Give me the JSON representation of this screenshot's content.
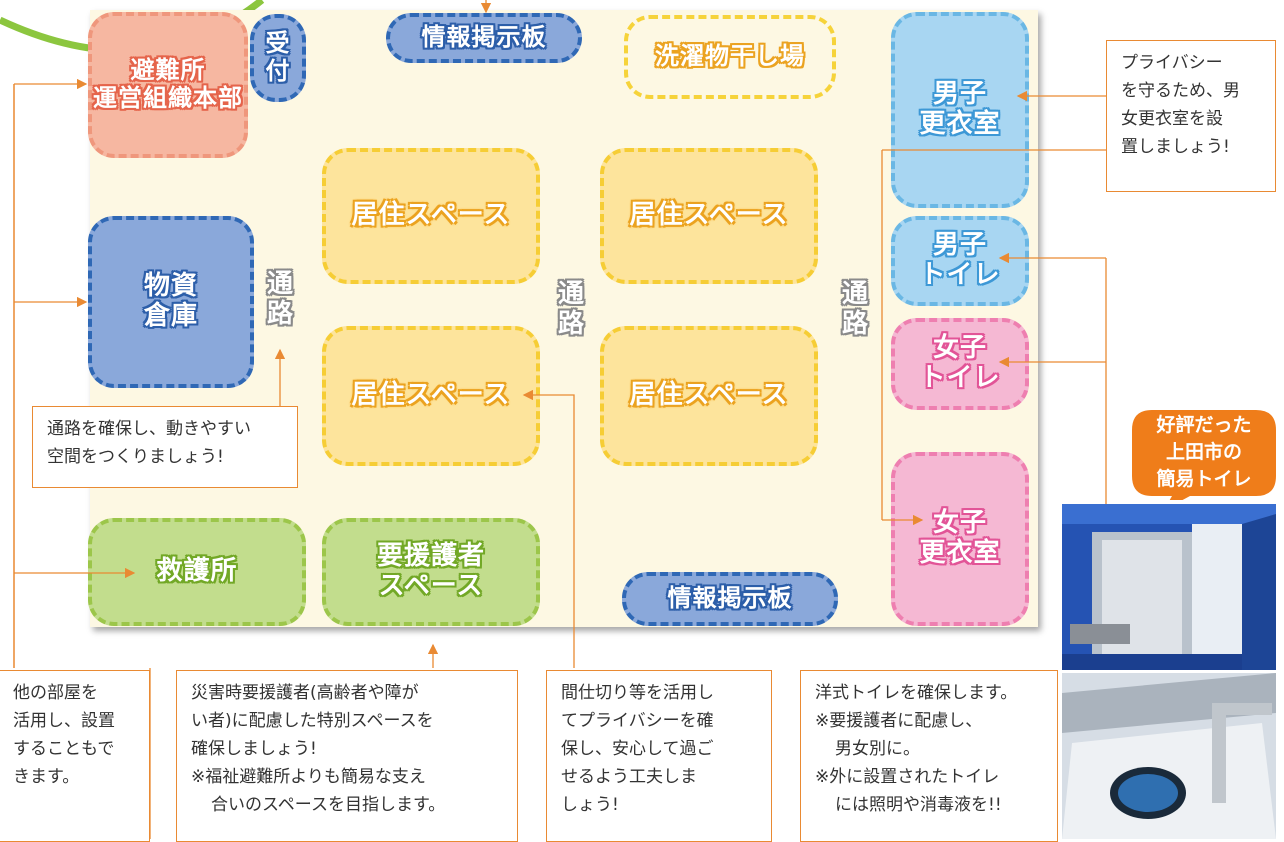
{
  "zones": {
    "hinanjo_honbu": "避難所\n運営組織本部",
    "uketsuke": "受\n付",
    "joho_top": "情報掲示板",
    "sentaku": "洗濯物干し場",
    "danshi_koui": "男子\n更衣室",
    "busshi": "物資\n倉庫",
    "kyoju_1": "居住スペース",
    "kyoju_2": "居住スペース",
    "kyoju_3": "居住スペース",
    "kyoju_4": "居住スペース",
    "danshi_toilet": "男子\nトイレ",
    "joshi_toilet": "女子\nトイレ",
    "joshi_koui": "女子\n更衣室",
    "kyugo": "救護所",
    "yoengo": "要援護者\nスペース",
    "joho_bottom": "情報掲示板"
  },
  "passages": {
    "left": "通\n路",
    "center": "通\n路",
    "right": "通\n路"
  },
  "notes": {
    "privacy": "プライバシー\nを守るため、男\n女更衣室を設\n置しましょう!",
    "tsuro": "通路を確保し、動きやすい\n空間をつくりましょう!",
    "other_room": "他の部屋を\n活用し、設置\nすることもで\nきます。",
    "yoengo_1": "災害時要援護者(高齢者や障が\nい者)に配慮した特別スペースを\n確保しましょう!",
    "yoengo_2": "※福祉避難所よりも簡易な支え\n合いのスペースを目指します。",
    "partition": "間仕切り等を活用し\nてプライバシーを確\n保し、安心して過ご\nせるよう工夫しま\nしょう!",
    "toilet_1": "洋式トイレを確保します。",
    "toilet_2": "※要援護者に配慮し、\n男女別に。",
    "toilet_3": "※外に設置されたトイレ\nには照明や消毒液を!!"
  },
  "bubble": {
    "text": "好評だった\n上田市の\n簡易トイレ"
  },
  "colors": {
    "leader_line": "#e98a33",
    "bubble": "#ef7d1a",
    "floor": "#fdf8e3",
    "arc": "#8cc63f"
  }
}
